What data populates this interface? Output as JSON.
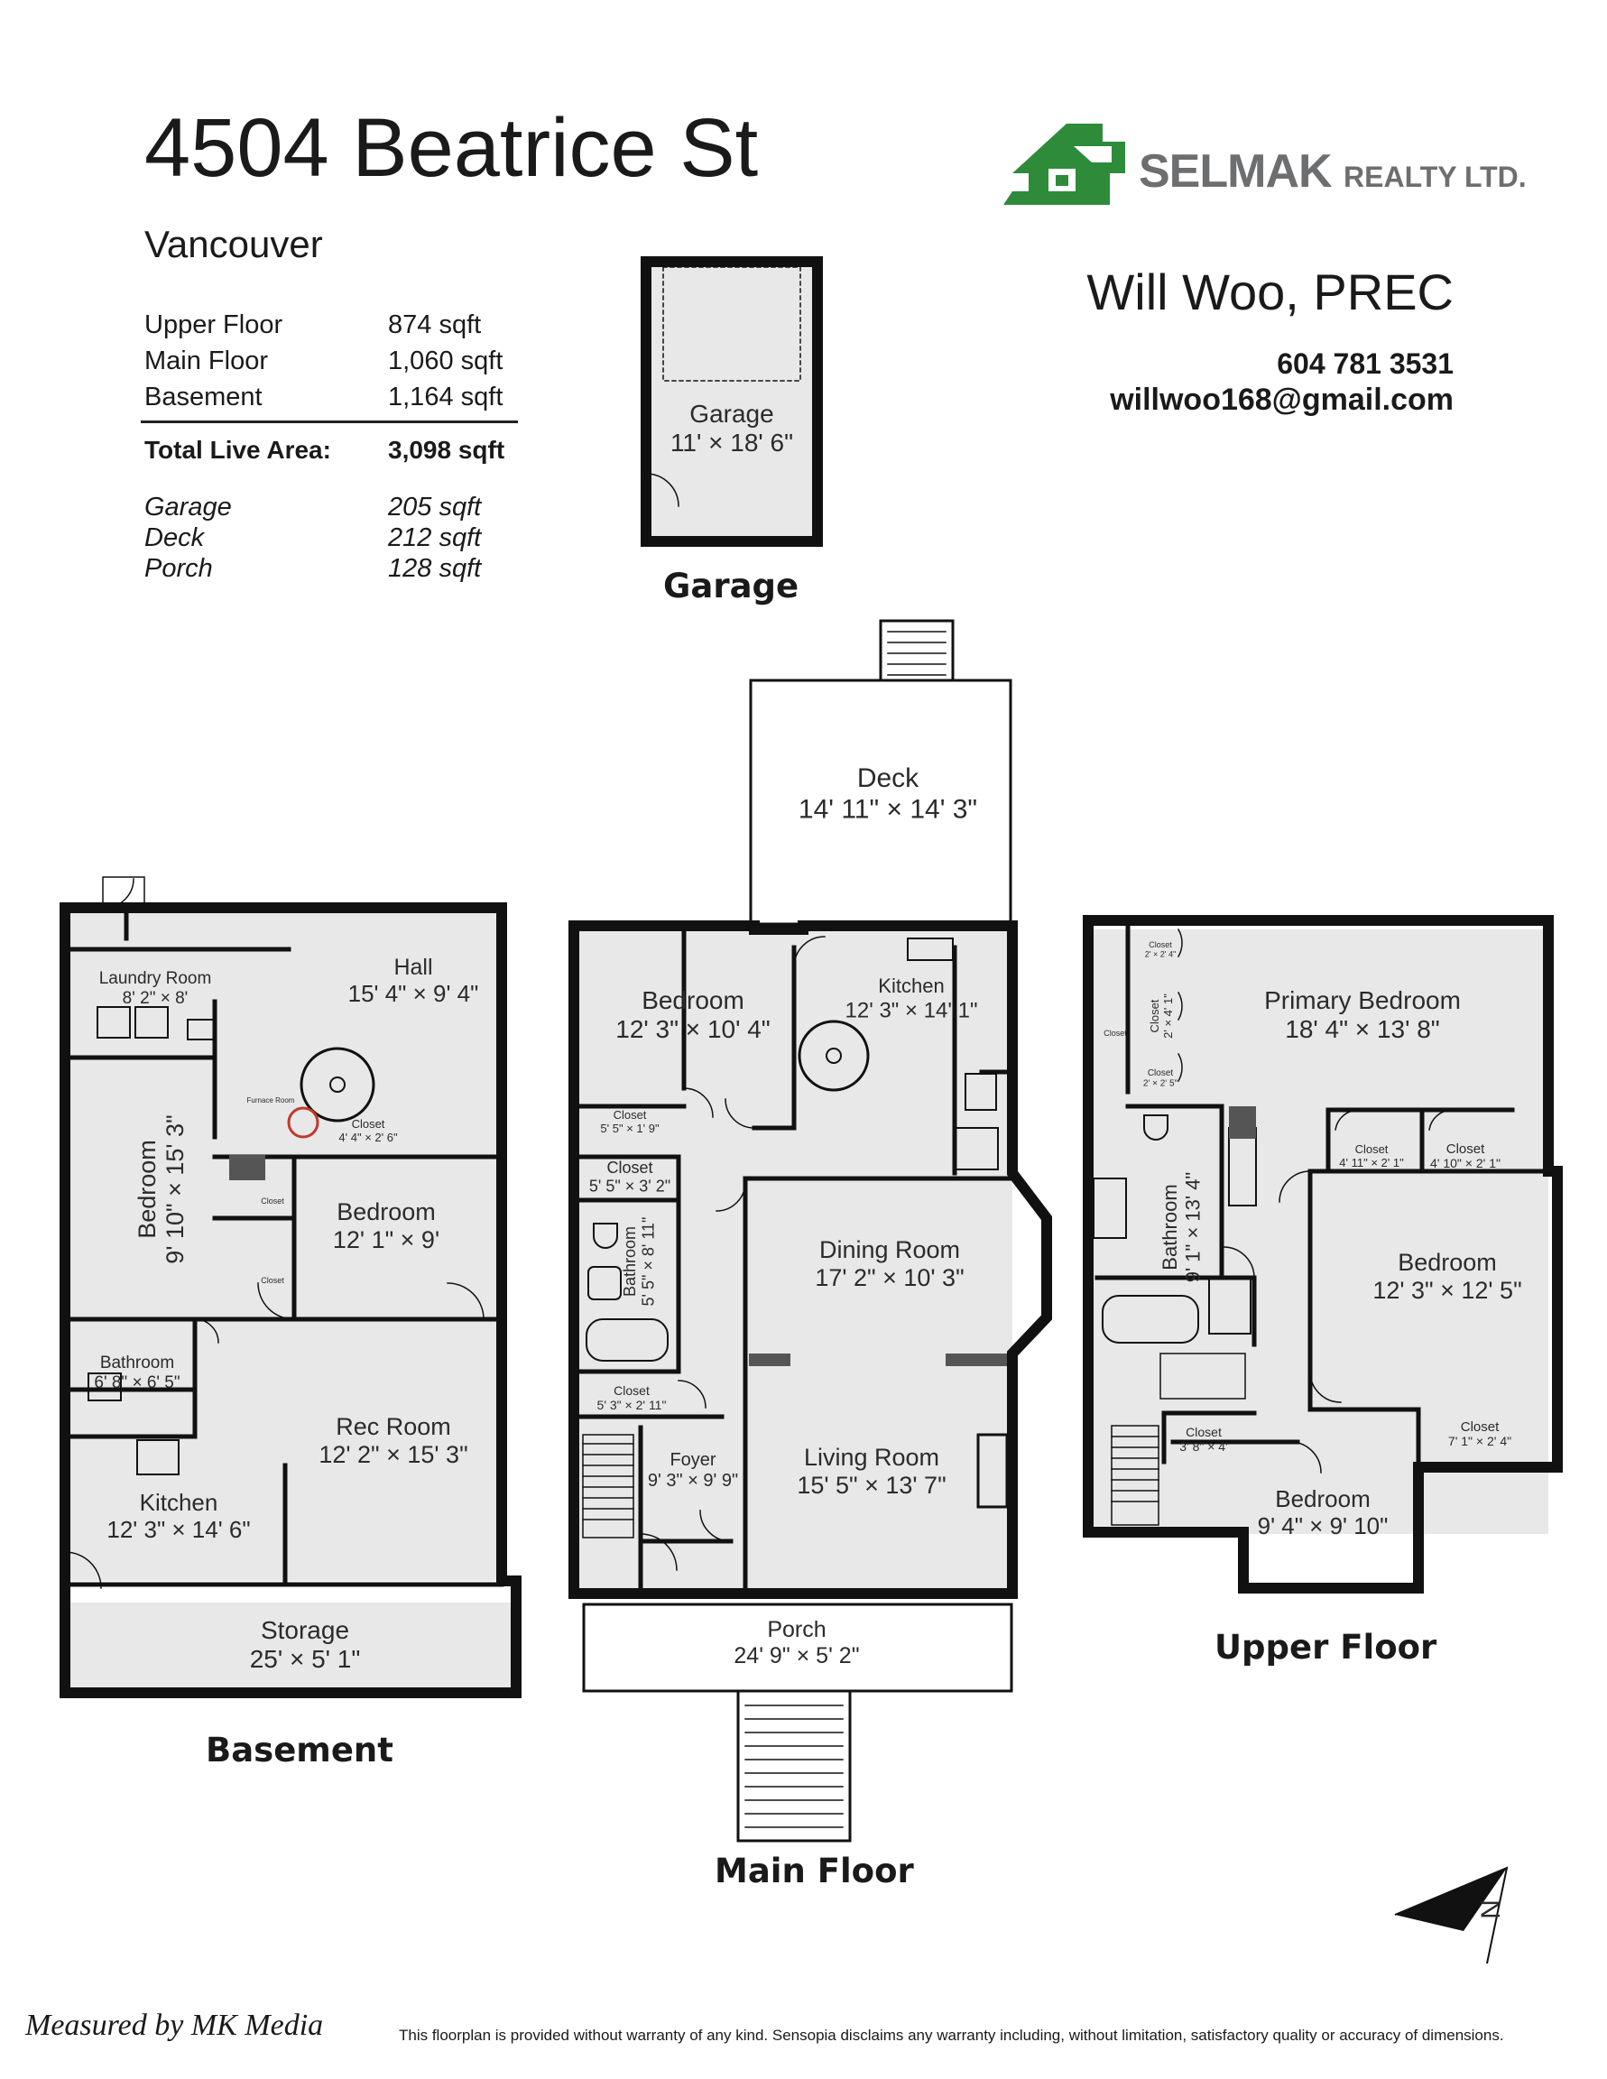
{
  "header": {
    "address": "4504 Beatrice St",
    "city": "Vancouver"
  },
  "areas": {
    "rows": [
      {
        "label": "Upper Floor",
        "value": "874 sqft"
      },
      {
        "label": "Main Floor",
        "value": "1,060 sqft"
      },
      {
        "label": "Basement",
        "value": "1,164 sqft"
      }
    ],
    "total_label": "Total Live Area:",
    "total_value": "3,098 sqft",
    "extras": [
      {
        "label": "Garage",
        "value": "205 sqft"
      },
      {
        "label": "Deck",
        "value": "212 sqft"
      },
      {
        "label": "Porch",
        "value": "128 sqft"
      }
    ]
  },
  "brand": {
    "name": "SELMAK",
    "suffix": "REALTY LTD.",
    "green": "#2e8b3a",
    "gray": "#6d6e70"
  },
  "agent": {
    "name": "Will Woo, PREC",
    "phone": "604 781 3531",
    "email": "willwoo168@gmail.com"
  },
  "floor_labels": {
    "garage": "Garage",
    "basement": "Basement",
    "main": "Main Floor",
    "upper": "Upper Floor"
  },
  "rooms": {
    "garage": {
      "name": "Garage",
      "dims": "11' × 18' 6\""
    },
    "deck": {
      "name": "Deck",
      "dims": "14' 11\" × 14' 3\""
    },
    "main_bedroom": {
      "name": "Bedroom",
      "dims": "12' 3\" × 10' 4\""
    },
    "main_kitchen": {
      "name": "Kitchen",
      "dims": "12' 3\" × 14' 1\""
    },
    "main_closet_small": {
      "name": "Closet",
      "dims": "5' 5\" × 1' 9\""
    },
    "main_closet": {
      "name": "Closet",
      "dims": "5' 5\" × 3' 2\""
    },
    "main_bathroom": {
      "name": "Bathroom",
      "dims": "5' 5\" × 8' 11\""
    },
    "dining": {
      "name": "Dining Room",
      "dims": "17' 2\" × 10' 3\""
    },
    "main_closet_b": {
      "name": "Closet",
      "dims": "5' 3\" × 2' 11\""
    },
    "foyer": {
      "name": "Foyer",
      "dims": "9' 3\" × 9' 9\""
    },
    "living": {
      "name": "Living Room",
      "dims": "15' 5\" × 13' 7\""
    },
    "porch": {
      "name": "Porch",
      "dims": "24' 9\" × 5' 2\""
    },
    "laundry": {
      "name": "Laundry Room",
      "dims": "8' 2\" × 8'"
    },
    "hall": {
      "name": "Hall",
      "dims": "15' 4\" × 9' 4\""
    },
    "furnace": {
      "name": "Furnace Room"
    },
    "base_closet": {
      "name": "Closet",
      "dims": "4' 4\" × 2' 6\""
    },
    "base_bedroom_v": {
      "name": "Bedroom",
      "dims": "9' 10\" × 15' 3\""
    },
    "base_closet_s1": {
      "name": "Closet"
    },
    "base_closet_s2": {
      "name": "Closet"
    },
    "base_bedroom": {
      "name": "Bedroom",
      "dims": "12' 1\" × 9'"
    },
    "base_bathroom": {
      "name": "Bathroom",
      "dims": "6' 8\" × 6' 5\""
    },
    "rec": {
      "name": "Rec Room",
      "dims": "12' 2\" × 15' 3\""
    },
    "base_kitchen": {
      "name": "Kitchen",
      "dims": "12' 3\" × 14' 6\""
    },
    "storage": {
      "name": "Storage",
      "dims": "25' × 5' 1\""
    },
    "primary": {
      "name": "Primary Bedroom",
      "dims": "18' 4\" × 13' 8\""
    },
    "up_closet_a": {
      "name": "Closet",
      "dims": "2' × 2' 4\""
    },
    "up_closet_b": {
      "name": "Closet",
      "dims": "2' × 4' 1\""
    },
    "up_closet_c": {
      "name": "Closet"
    },
    "up_closet_d": {
      "name": "Closet",
      "dims": "2' × 2' 5\""
    },
    "up_closet_e": {
      "name": "Closet",
      "dims": "4' 11\" × 2' 1\""
    },
    "up_closet_f": {
      "name": "Closet",
      "dims": "4' 10\" × 2' 1\""
    },
    "up_bathroom": {
      "name": "Bathroom",
      "dims": "9' 1\" × 13' 4\""
    },
    "up_bedroom_a": {
      "name": "Bedroom",
      "dims": "12' 3\" × 12' 5\""
    },
    "up_closet_g": {
      "name": "Closet",
      "dims": "7' 1\" × 2' 4\""
    },
    "up_closet_h": {
      "name": "Closet",
      "dims": "3' 8\" × 4'"
    },
    "up_bedroom_b": {
      "name": "Bedroom",
      "dims": "9' 4\" × 9' 10\""
    }
  },
  "compass_letter": "N",
  "footer": {
    "measured_by": "Measured by MK Media",
    "disclaimer": "This floorplan is provided without warranty of any kind. Sensopia disclaims any warranty including, without limitation, satisfactory quality or accuracy of dimensions."
  }
}
